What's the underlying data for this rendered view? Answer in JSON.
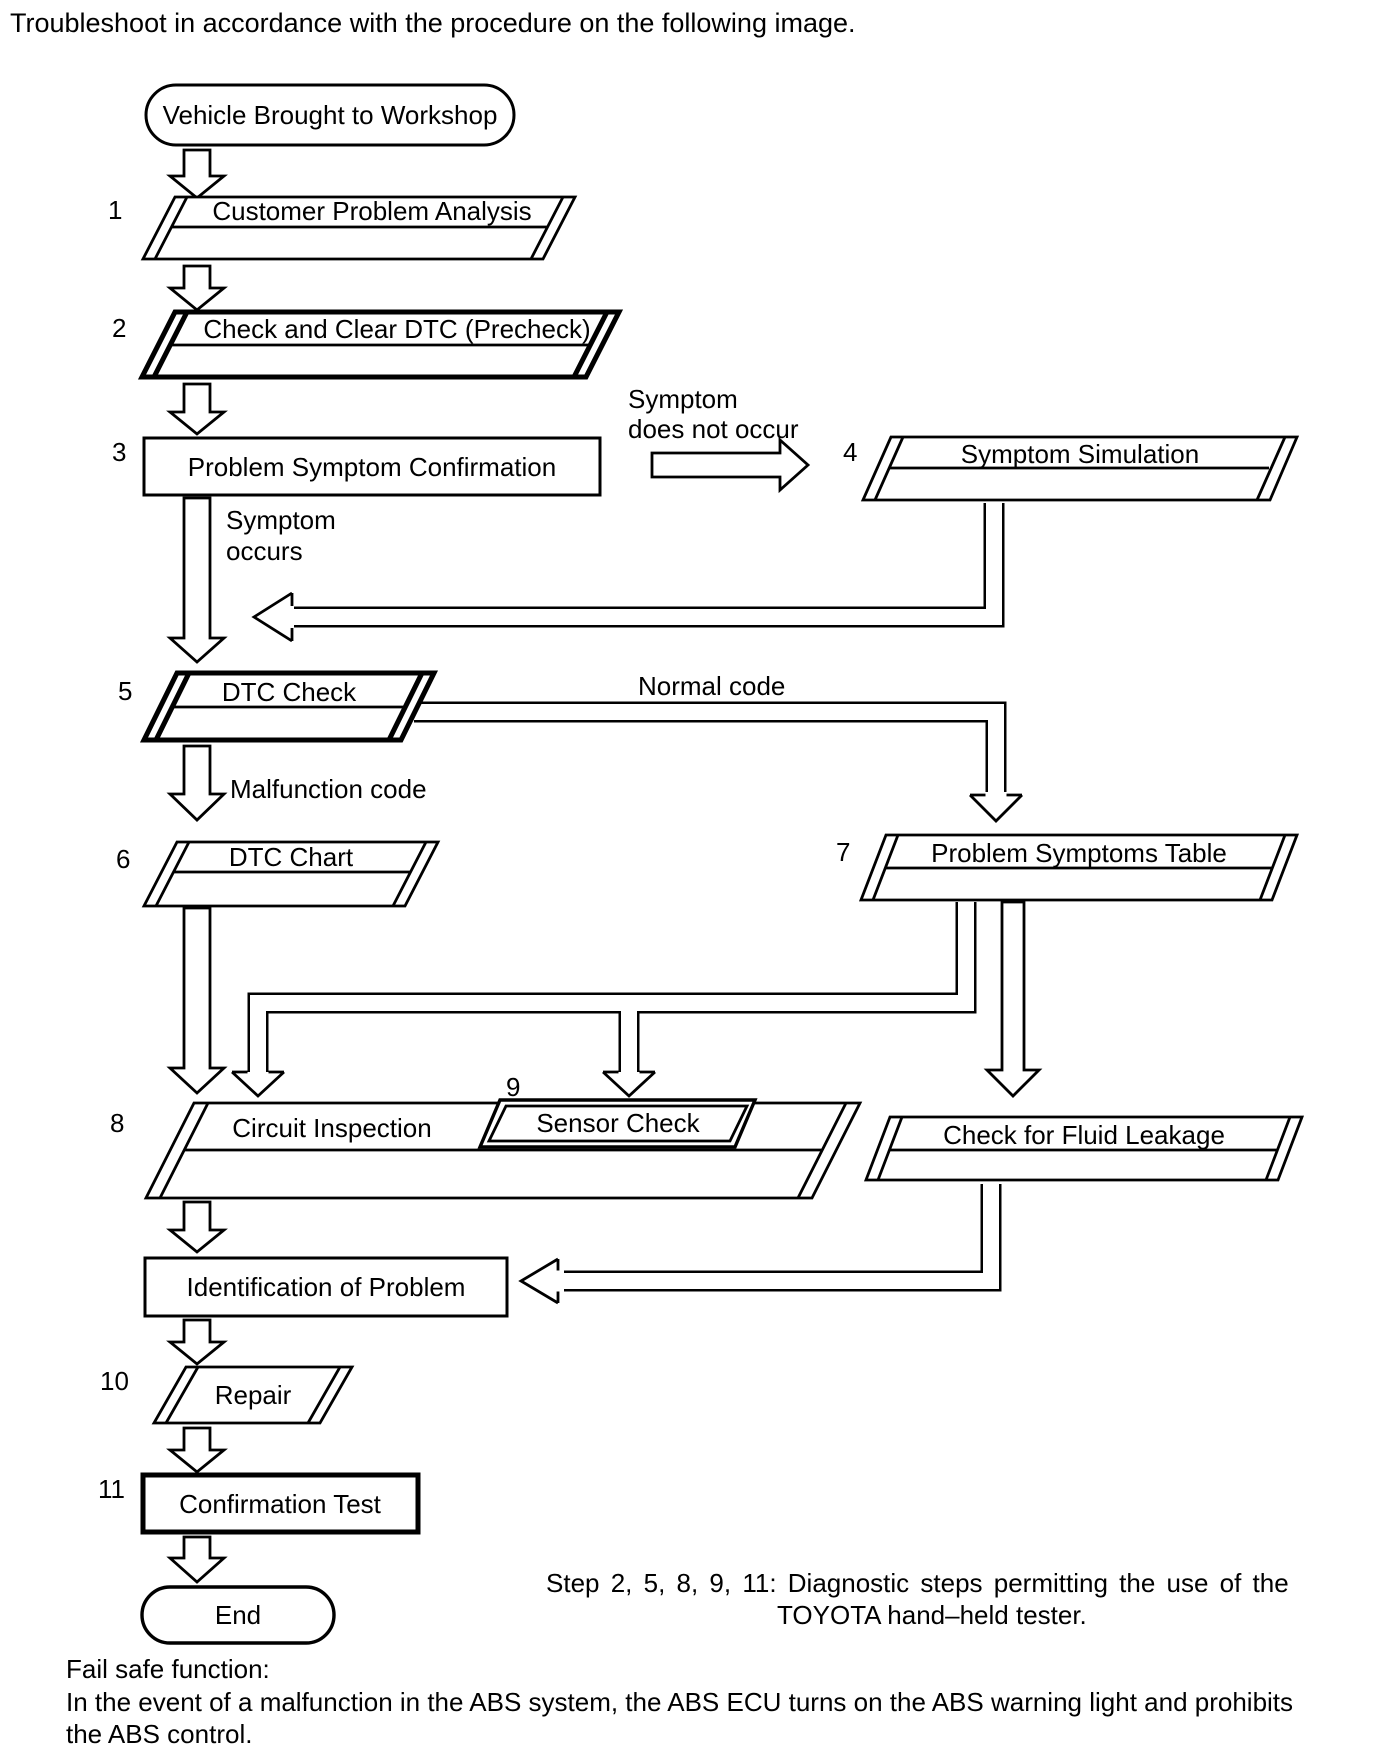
{
  "page": {
    "title": "Troubleshoot in accordance with the procedure on the following image."
  },
  "flowchart": {
    "start_label": "Vehicle Brought to Workshop",
    "end_label": "End",
    "steps": {
      "s1": {
        "num": "1",
        "label": "Customer Problem Analysis"
      },
      "s2": {
        "num": "2",
        "label": "Check and Clear DTC (Precheck)"
      },
      "s3": {
        "num": "3",
        "label": "Problem Symptom Confirmation"
      },
      "s4": {
        "num": "4",
        "label": "Symptom Simulation"
      },
      "s5": {
        "num": "5",
        "label": "DTC Check"
      },
      "s6": {
        "num": "6",
        "label": "DTC Chart"
      },
      "s7": {
        "num": "7",
        "label": "Problem Symptoms Table"
      },
      "s8": {
        "num": "8",
        "label": "Circuit Inspection"
      },
      "s9": {
        "num": "9",
        "label": "Sensor Check"
      },
      "s10": {
        "num": "10",
        "label": "Repair"
      },
      "s11": {
        "num": "11",
        "label": "Confirmation Test"
      },
      "fluid": {
        "label": "Check for Fluid Leakage"
      },
      "ident": {
        "label": "Identification of Problem"
      }
    },
    "edge_labels": {
      "symptom_does_not_occur_line1": "Symptom",
      "symptom_does_not_occur_line2": "does not occur",
      "symptom_occurs_line1": "Symptom",
      "symptom_occurs_line2": "occurs",
      "normal_code": "Normal code",
      "malfunction_code": "Malfunction code"
    },
    "note": {
      "line1": "Step 2, 5, 8, 9, 11: Diagnostic steps permitting the use of the",
      "line2": "TOYOTA hand–held tester."
    },
    "colors": {
      "ink": "#000000",
      "paper": "#ffffff"
    }
  },
  "footer": {
    "fail_safe_title": "Fail safe function:",
    "fail_safe_line1": "In the event of a malfunction in the ABS system, the ABS ECU turns on the ABS warning light and prohibits",
    "fail_safe_line2": "the ABS control."
  }
}
